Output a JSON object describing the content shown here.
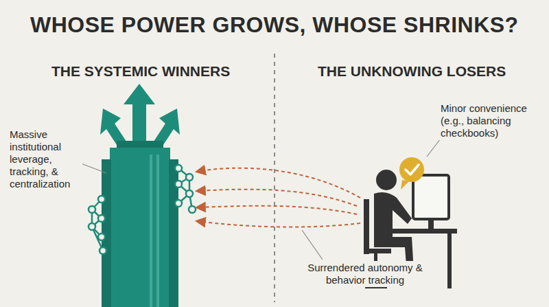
{
  "diagram": {
    "title": "WHOSE POWER GROWS, WHOSE SHRINKS?",
    "labels": [
      "THE SYSTEMIC WINNERS",
      "THE UNKNOWING LOSERS",
      "Massive institutional leverage, tracking, & centralization",
      "Minor convenience (e.g., balancing checkbooks)",
      "Surrendered autonomy & behavior tracking"
    ]
  }
}
